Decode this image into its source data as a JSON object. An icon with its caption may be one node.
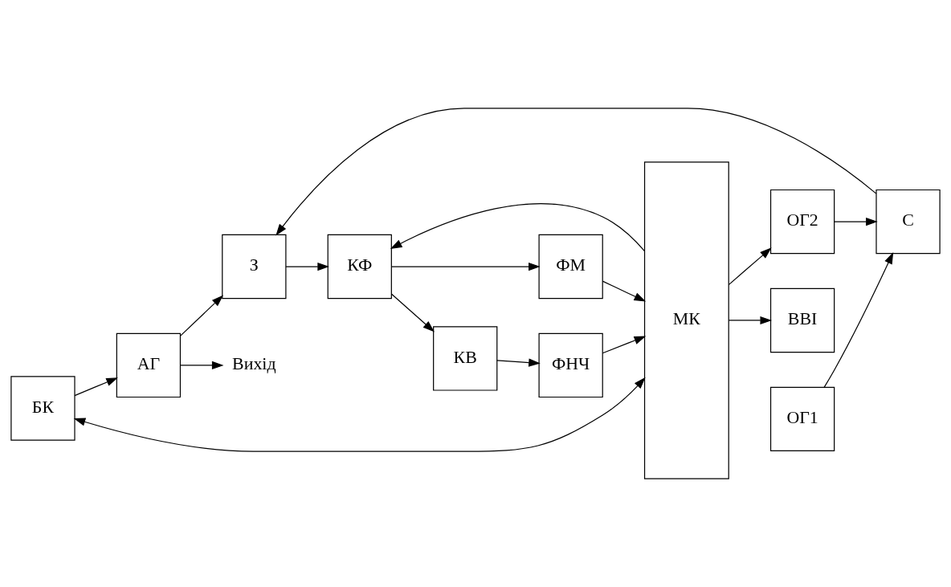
{
  "diagram": {
    "nodes": [
      {
        "text": [
          "БК"
        ]
      },
      {
        "text": [
          "АГ"
        ]
      },
      {
        "text": [
          "Вихід"
        ]
      },
      {
        "text": [
          "З"
        ]
      },
      {
        "text": [
          "КФ"
        ]
      },
      {
        "text": [
          "ФМ"
        ]
      },
      {
        "text": [
          "МК"
        ]
      },
      {
        "text": [
          "ВВІ"
        ]
      },
      {
        "text": [
          "С"
        ]
      },
      {
        "text": [
          "КВ"
        ]
      },
      {
        "text": [
          "ФНЧ"
        ]
      },
      {
        "text": [
          "ОГ1"
        ]
      },
      {
        "text": [
          "ОГ2"
        ]
      }
    ],
    "edges": [
      {
        "from": 0,
        "to": 6,
        "arrow": "both"
      },
      {
        "from": 0,
        "to": 1,
        "arrow": "to"
      },
      {
        "from": 1,
        "to": 2,
        "arrow": "to"
      },
      {
        "from": 1,
        "to": 3,
        "arrow": "to"
      },
      {
        "from": 3,
        "to": 4,
        "arrow": "to"
      },
      {
        "from": 6,
        "to": 4,
        "arrow": "to"
      },
      {
        "from": 4,
        "to": 5,
        "arrow": "to"
      },
      {
        "from": 4,
        "to": 9,
        "arrow": "to"
      },
      {
        "from": 5,
        "to": 6,
        "arrow": "to"
      },
      {
        "from": 9,
        "to": 10,
        "arrow": "to"
      },
      {
        "from": 10,
        "to": 6,
        "arrow": "to"
      },
      {
        "from": 6,
        "to": 7,
        "arrow": "to"
      },
      {
        "from": 8,
        "to": 3,
        "arrow": "to"
      },
      {
        "from": 11,
        "to": 8,
        "arrow": "to"
      },
      {
        "from": 12,
        "to": 8,
        "arrow": "to"
      },
      {
        "from": 6,
        "to": 12,
        "arrow": "to"
      }
    ]
  }
}
